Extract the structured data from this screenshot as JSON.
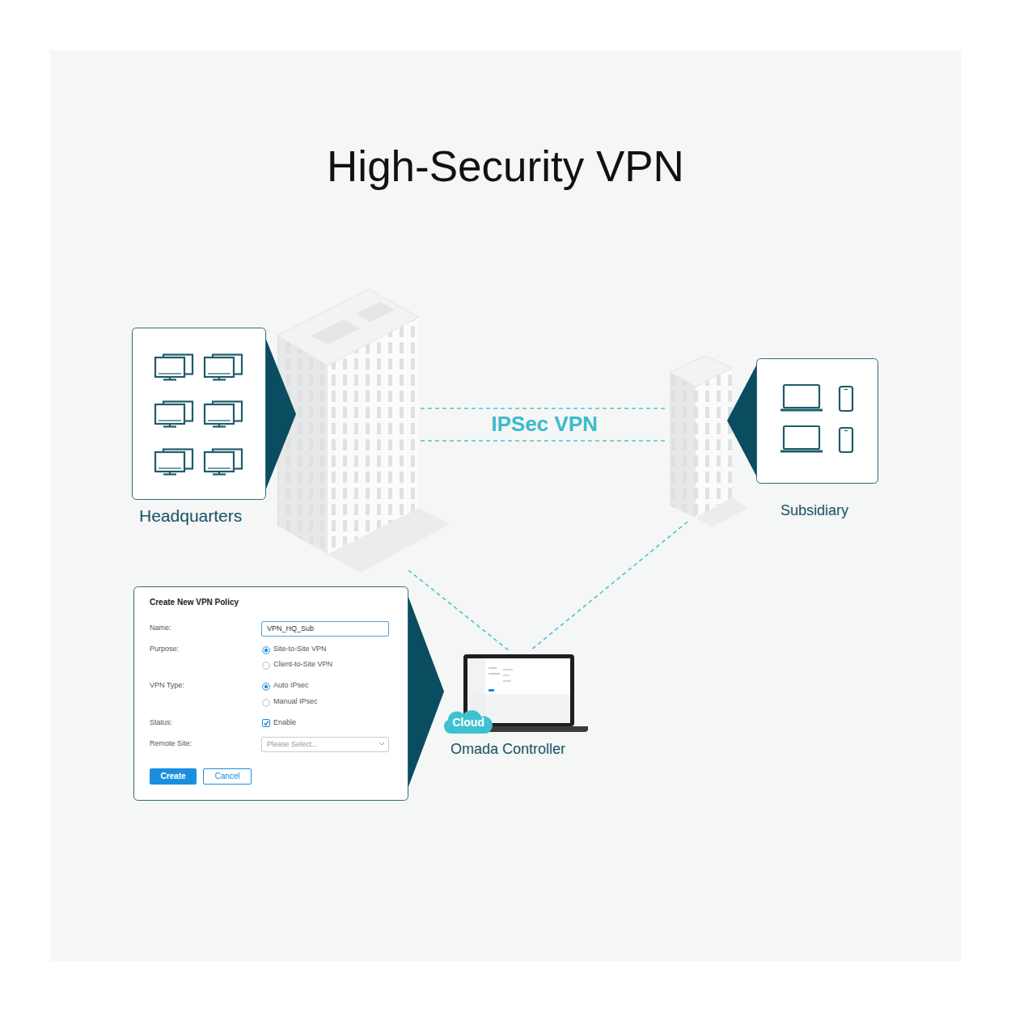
{
  "diagram": {
    "title": "High-Security VPN",
    "nodes": [
      {
        "text": [
          "Headquarters"
        ]
      },
      {
        "text": [
          "Subsidiary"
        ]
      },
      {
        "text": [
          "Create New VPN Policy",
          "Name:",
          "Purpose:",
          "Site-to-Site VPN",
          "Client-to-Site VPN",
          "VPN Type:",
          "Auto IPsec",
          "Manual IPsec",
          "Status:",
          "Enable",
          "Remote Site:"
        ]
      },
      {
        "text": [
          "VPN_HQ_Sub"
        ],
        "in": 2
      },
      {
        "text": [
          "Please Select..."
        ],
        "in": 2
      },
      {
        "text": [
          "Create"
        ],
        "in": 2
      },
      {
        "text": [
          "Cancel"
        ],
        "in": 2
      },
      {
        "text": [
          "Omada Controller"
        ]
      },
      {
        "text": [
          "Cloud"
        ],
        "in": 7
      }
    ],
    "edges": [
      {
        "from": 0,
        "to": 1,
        "label": "IPSec VPN",
        "arrow": "none"
      },
      {
        "from": 0,
        "to": 7,
        "arrow": "none"
      },
      {
        "from": 1,
        "to": 7,
        "arrow": "none"
      }
    ]
  }
}
